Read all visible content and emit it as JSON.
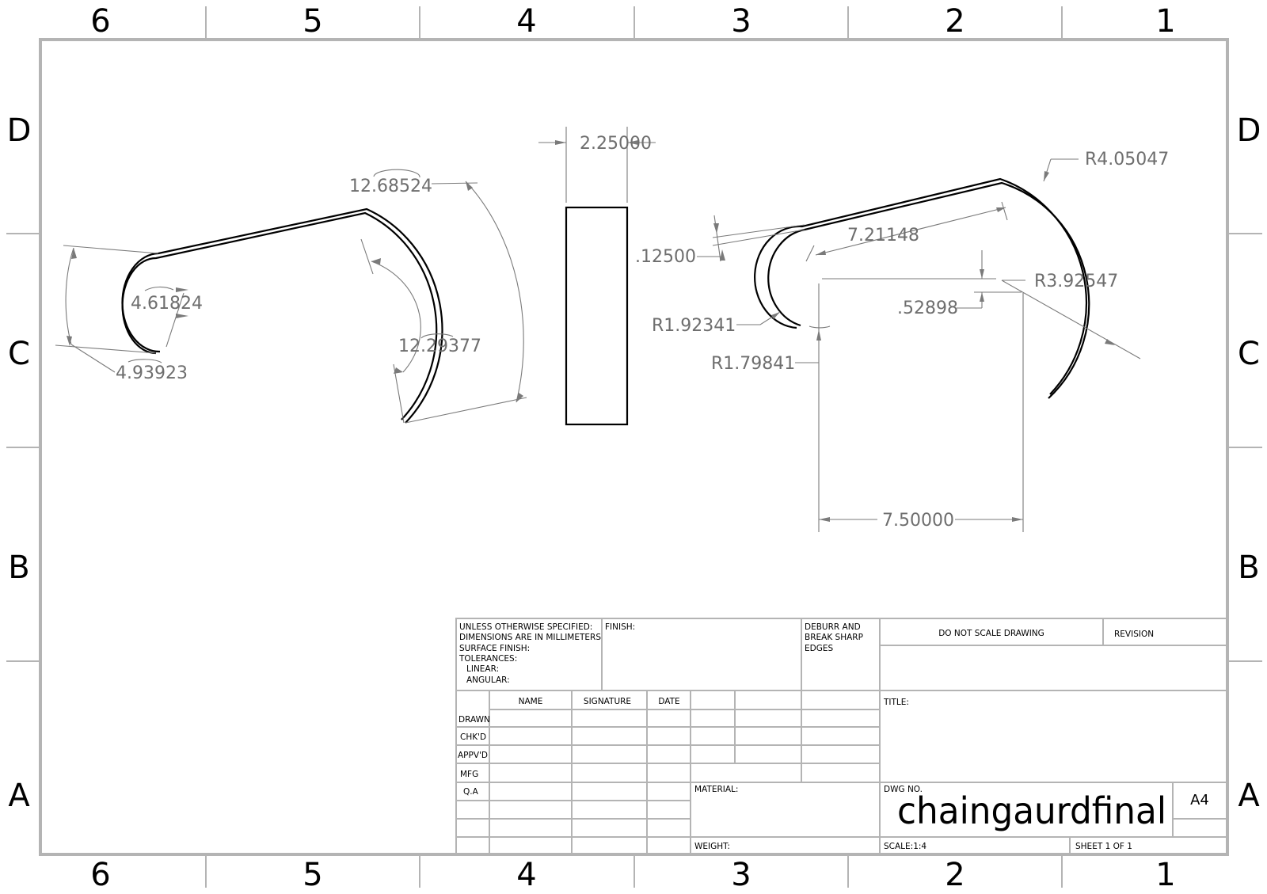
{
  "zones": {
    "columns": [
      "6",
      "5",
      "4",
      "3",
      "2",
      "1"
    ],
    "rows": [
      "D",
      "C",
      "B",
      "A"
    ]
  },
  "dimensions": {
    "left_view": {
      "arc_length_top": "12.68524",
      "arc_length_inner": "12.29377",
      "small_arc": "4.61824",
      "small_arc_outer": "4.93923"
    },
    "middle_view": {
      "width": "2.25000"
    },
    "right_view": {
      "thickness": ".12500",
      "straight_length": "7.21148",
      "radius_top": "R4.05047",
      "radius_large": "R3.92547",
      "offset": ".52898",
      "radius_small_outer": "R1.92341",
      "radius_small_inner": "R1.79841",
      "center_distance": "7.50000"
    }
  },
  "title_block": {
    "spec_lines": [
      "UNLESS OTHERWISE SPECIFIED:",
      "DIMENSIONS ARE IN MILLIMETERS",
      "SURFACE FINISH:",
      "TOLERANCES:",
      "LINEAR:",
      "ANGULAR:"
    ],
    "finish_label": "FINISH:",
    "deburr_lines": [
      "DEBURR AND",
      "BREAK SHARP",
      "EDGES"
    ],
    "do_not_scale": "DO NOT SCALE DRAWING",
    "revision_label": "REVISION",
    "columns": [
      "NAME",
      "SIGNATURE",
      "DATE"
    ],
    "rows": [
      "DRAWN",
      "CHK'D",
      "APPV'D",
      "MFG",
      "Q.A"
    ],
    "title_label": "TITLE:",
    "material_label": "MATERIAL:",
    "weight_label": "WEIGHT:",
    "dwg_no_label": "DWG NO.",
    "dwg_no": "chaingaurdfinal",
    "sheet_size": "A4",
    "scale": "SCALE:1:4",
    "sheet": "SHEET 1 OF 1"
  }
}
